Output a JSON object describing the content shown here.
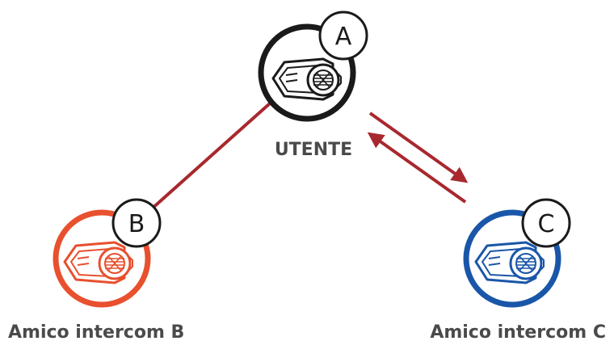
{
  "nodes": {
    "user": {
      "badge": "A",
      "label": "UTENTE",
      "ring_color": "#1a1a1a"
    },
    "friend_b": {
      "badge": "B",
      "label": "Amico intercom B",
      "ring_color": "#e8502e"
    },
    "friend_c": {
      "badge": "C",
      "label": "Amico intercom C",
      "ring_color": "#1a56a8"
    }
  },
  "connections": {
    "a_b_line_color": "#a8282e",
    "a_c_arrow_color": "#a8282e"
  }
}
